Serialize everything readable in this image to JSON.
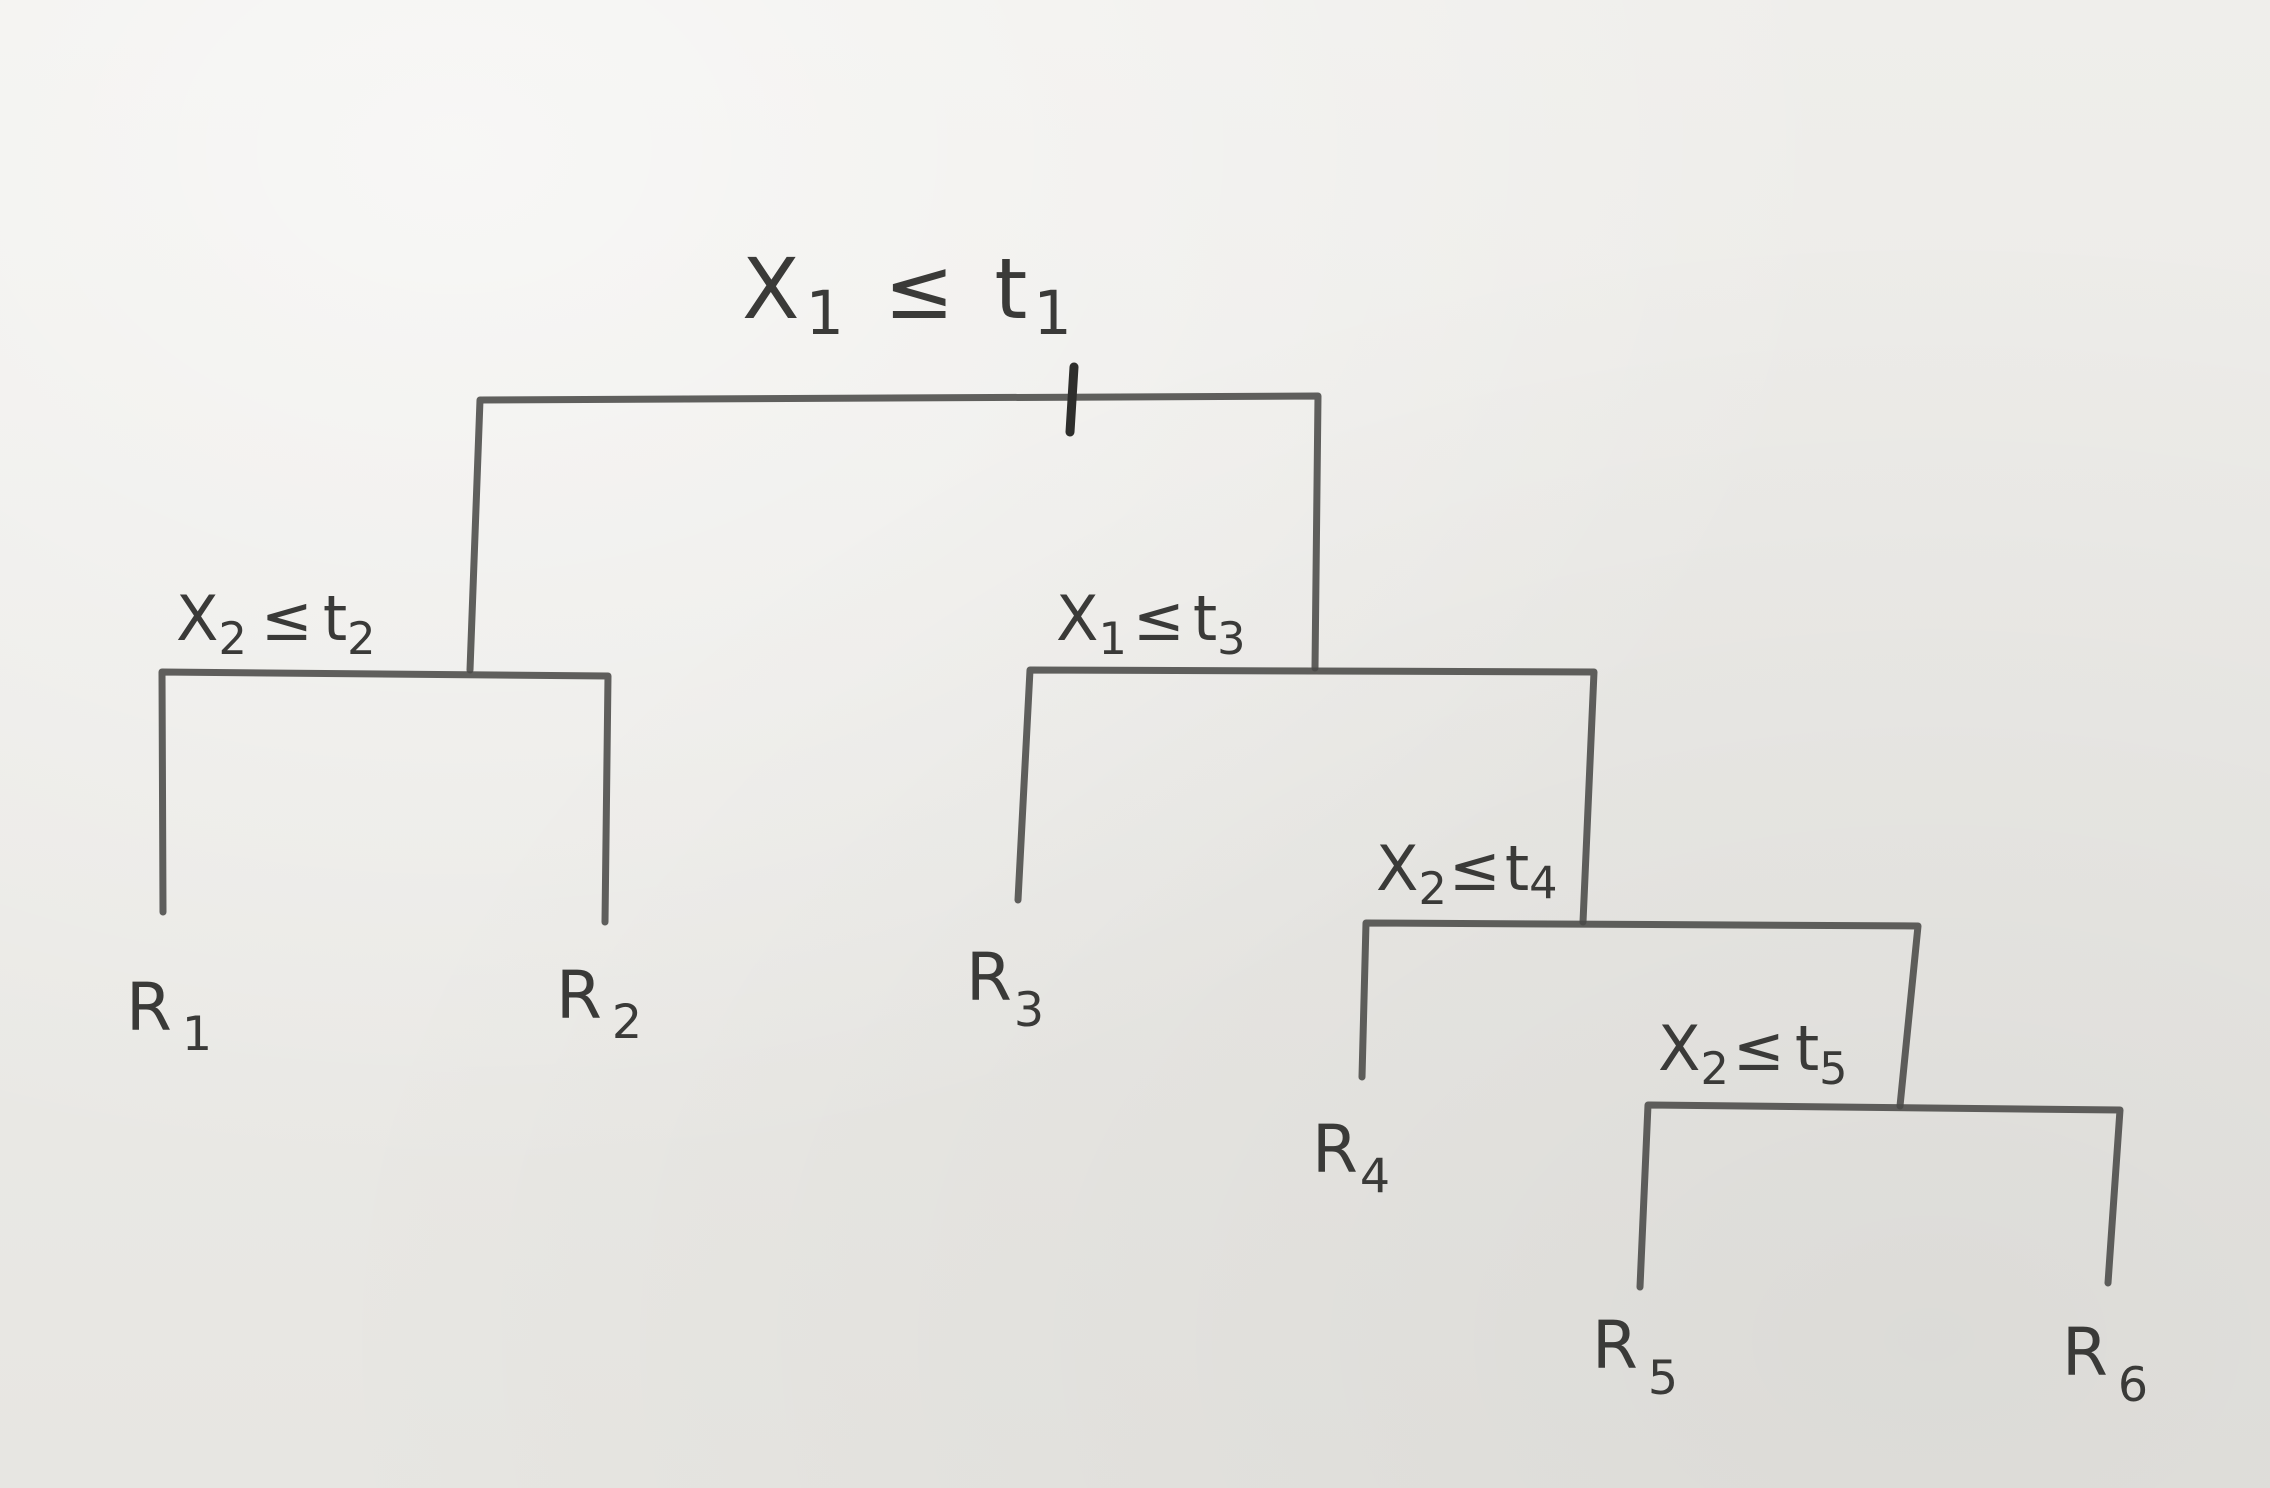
{
  "diagram": {
    "root": {
      "var": "X",
      "var_sub": "1",
      "op": "≤",
      "thr": "t",
      "thr_sub": "1"
    },
    "split_left": {
      "var": "X",
      "var_sub": "2",
      "op": "≤",
      "thr": "t",
      "thr_sub": "2"
    },
    "split_right": {
      "var": "X",
      "var_sub": "1",
      "op": "≤",
      "thr": "t",
      "thr_sub": "3"
    },
    "split_t4": {
      "var": "X",
      "var_sub": "2",
      "op": "≤",
      "thr": "t",
      "thr_sub": "4"
    },
    "split_t5": {
      "var": "X",
      "var_sub": "2",
      "op": "≤",
      "thr": "t",
      "thr_sub": "5"
    },
    "leaves": [
      {
        "name": "R",
        "sub": "1"
      },
      {
        "name": "R",
        "sub": "2"
      },
      {
        "name": "R",
        "sub": "3"
      },
      {
        "name": "R",
        "sub": "4"
      },
      {
        "name": "R",
        "sub": "5"
      },
      {
        "name": "R",
        "sub": "6"
      }
    ],
    "colors": {
      "pencil": "#4a4a48",
      "paper": "#ecebe8"
    }
  }
}
